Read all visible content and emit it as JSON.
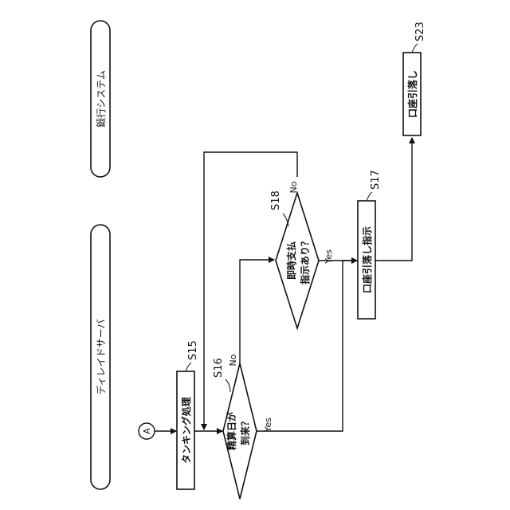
{
  "lanes": {
    "bank": "鍛行システム",
    "delay_server": "ディレイドサーバ"
  },
  "connector": "A",
  "steps": {
    "s15": {
      "id": "S15",
      "text": "タンキング処理"
    },
    "s16": {
      "id": "S16",
      "line1": "精算日が",
      "line2": "到来？"
    },
    "s17": {
      "id": "S17",
      "text": "口座引落し指示"
    },
    "s18": {
      "id": "S18",
      "line1": "即時支払",
      "line2": "指示あり？"
    },
    "s23": {
      "id": "S23",
      "text": "口座引落し"
    }
  },
  "labels": {
    "s16_yes": "Yes",
    "s16_no": "No",
    "s18_yes": "Yes",
    "s18_no": "No"
  }
}
